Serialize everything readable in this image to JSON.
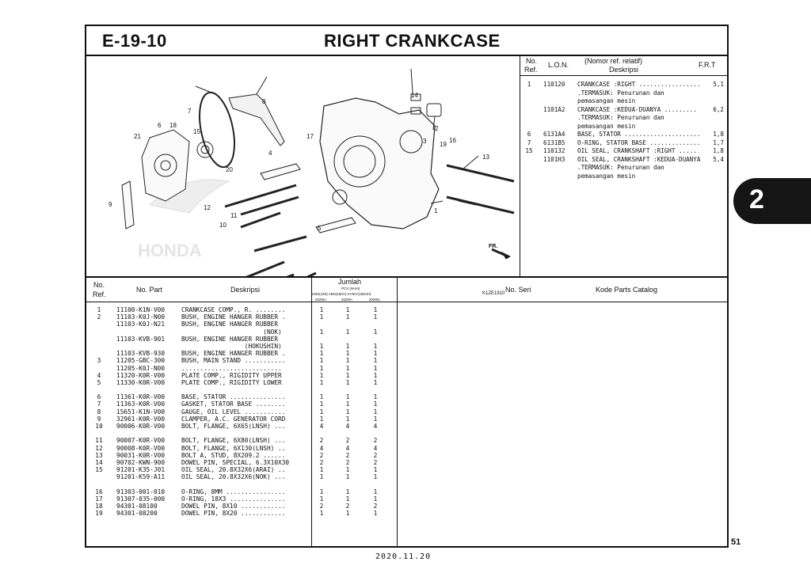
{
  "header": {
    "code": "E-19-10",
    "title": "RIGHT CRANKCASE"
  },
  "lon_table": {
    "headers": {
      "no_ref_1": "No.",
      "no_ref_2": "Ref.",
      "lon": "L.O.N.",
      "desc_1": "(Nomor ref. relatif)",
      "desc_2": "Deskripsi",
      "frt": "F.R.T"
    },
    "rows": [
      {
        "ref": "1",
        "lon": "110120",
        "desc": "CRANKCASE :RIGHT .................",
        "frt": "5,1"
      },
      {
        "ref": "",
        "lon": "",
        "desc": ".TERMASUK: Penurunan dan",
        "frt": ""
      },
      {
        "ref": "",
        "lon": "",
        "desc": " pemasangan mesin",
        "frt": ""
      },
      {
        "ref": "",
        "lon": "1101A2",
        "desc": "CRANKCASE :KEDUA-DUANYA .........",
        "frt": "6,2"
      },
      {
        "ref": "",
        "lon": "",
        "desc": ".TERMASUK: Penurunan dan",
        "frt": ""
      },
      {
        "ref": "",
        "lon": "",
        "desc": " pemasangan mesin",
        "frt": ""
      },
      {
        "ref": "6",
        "lon": "6131A4",
        "desc": "BASE, STATOR .....................",
        "frt": "1,8"
      },
      {
        "ref": "7",
        "lon": "6131B5",
        "desc": "O-RING, STATOR BASE ..............",
        "frt": "1,7"
      },
      {
        "ref": "15",
        "lon": "110132",
        "desc": "OIL SEAL, CRANKSHAFT :RIGHT .....",
        "frt": "1,8"
      },
      {
        "ref": "",
        "lon": "1101H3",
        "desc": "OIL SEAL, CRANKSHAFT :KEDUA-DUANYA",
        "frt": "5,4"
      },
      {
        "ref": "",
        "lon": "",
        "desc": ".TERMASUK: Penurunan dan",
        "frt": ""
      },
      {
        "ref": "",
        "lon": "",
        "desc": " pemasangan mesin",
        "frt": ""
      }
    ]
  },
  "parts_table": {
    "headers": {
      "no_ref_1": "No.",
      "no_ref_2": "Ref.",
      "no_part": "No. Part",
      "deskripsi": "Deskripsi",
      "jumlah": "Jumlah",
      "jumlah_sub": "PCX (HHH)",
      "jumlah_models": "CBS(150)  ABS(150A)  e:HEV(160HH)",
      "q1": "2020m",
      "q2": "2020m",
      "q3": "2020m",
      "no_seri": "No. Seri",
      "kode": "Kode Parts Catalog"
    },
    "rows": [
      {
        "ref": "1",
        "part": "11100-K1N-V00",
        "desc": "CRANKCASE COMP., R. ........",
        "q1": "1",
        "q2": "1",
        "q3": "1"
      },
      {
        "ref": "2",
        "part": "11103-K0J-N00",
        "desc": "BUSH, ENGINE HANGER RUBBER .",
        "q1": "1",
        "q2": "1",
        "q3": "1"
      },
      {
        "ref": "",
        "part": "11103-K0J-N21",
        "desc": "BUSH, ENGINE HANGER RUBBER",
        "q1": "",
        "q2": "",
        "q3": ""
      },
      {
        "ref": "",
        "part": "",
        "desc": "                      (NOK)",
        "q1": "1",
        "q2": "1",
        "q3": "1"
      },
      {
        "ref": "",
        "part": "11103-KVB-901",
        "desc": "BUSH, ENGINE HANGER RUBBER",
        "q1": "",
        "q2": "",
        "q3": ""
      },
      {
        "ref": "",
        "part": "",
        "desc": "                 (HOKUSHIN)",
        "q1": "1",
        "q2": "1",
        "q3": "1"
      },
      {
        "ref": "",
        "part": "11103-KVB-930",
        "desc": "BUSH, ENGINE HANGER RUBBER .",
        "q1": "1",
        "q2": "1",
        "q3": "1"
      },
      {
        "ref": "3",
        "part": "11205-GBC-300",
        "desc": "BUSH, MAIN STAND ...........",
        "q1": "1",
        "q2": "1",
        "q3": "1"
      },
      {
        "ref": "",
        "part": "11205-K0J-N00",
        "desc": "...........................",
        "q1": "1",
        "q2": "1",
        "q3": "1"
      },
      {
        "ref": "4",
        "part": "11320-K0R-V00",
        "desc": "PLATE COMP., RIGIDITY UPPER",
        "q1": "1",
        "q2": "1",
        "q3": "1"
      },
      {
        "ref": "5",
        "part": "11330-K0R-V00",
        "desc": "PLATE COMP., RIGIDITY LOWER",
        "q1": "1",
        "q2": "1",
        "q3": "1"
      },
      {
        "ref": "",
        "part": "",
        "desc": "",
        "q1": "",
        "q2": "",
        "q3": ""
      },
      {
        "ref": "6",
        "part": "11361-K0R-V00",
        "desc": "BASE, STATOR ...............",
        "q1": "1",
        "q2": "1",
        "q3": "1"
      },
      {
        "ref": "7",
        "part": "11363-K0R-V00",
        "desc": "GASKET, STATOR BASE ........",
        "q1": "1",
        "q2": "1",
        "q3": "1"
      },
      {
        "ref": "8",
        "part": "15651-K1N-V00",
        "desc": "GAUGE, OIL LEVEL ...........",
        "q1": "1",
        "q2": "1",
        "q3": "1"
      },
      {
        "ref": "9",
        "part": "32961-K0R-V00",
        "desc": "CLAMPER, A.C. GENERATOR CORD",
        "q1": "1",
        "q2": "1",
        "q3": "1"
      },
      {
        "ref": "10",
        "part": "90006-K0R-V00",
        "desc": "BOLT, FLANGE, 6X65(LNSH) ...",
        "q1": "4",
        "q2": "4",
        "q3": "4"
      },
      {
        "ref": "",
        "part": "",
        "desc": "",
        "q1": "",
        "q2": "",
        "q3": ""
      },
      {
        "ref": "11",
        "part": "90007-K0R-V00",
        "desc": "BOLT, FLANGE, 6X80(LNSH) ...",
        "q1": "2",
        "q2": "2",
        "q3": "2"
      },
      {
        "ref": "12",
        "part": "90008-K0R-V00",
        "desc": "BOLT, FLANGE, 6X130(LNSH) ..",
        "q1": "4",
        "q2": "4",
        "q3": "4"
      },
      {
        "ref": "13",
        "part": "90031-K0R-V00",
        "desc": "BOLT A, STUD, 8X209.2 ......",
        "q1": "2",
        "q2": "2",
        "q3": "2"
      },
      {
        "ref": "14",
        "part": "90702-KWN-900",
        "desc": "DOWEL PIN, SPECIAL, 6.3X10X30",
        "q1": "2",
        "q2": "2",
        "q3": "2"
      },
      {
        "ref": "15",
        "part": "91201-K35-J01",
        "desc": "OIL SEAL, 20.8X32X6(ARAI) ..",
        "q1": "1",
        "q2": "1",
        "q3": "1"
      },
      {
        "ref": "",
        "part": "91201-K59-A11",
        "desc": "OIL SEAL, 20.8X32X6(NOK) ...",
        "q1": "1",
        "q2": "1",
        "q3": "1"
      },
      {
        "ref": "",
        "part": "",
        "desc": "",
        "q1": "",
        "q2": "",
        "q3": ""
      },
      {
        "ref": "16",
        "part": "91303-001-010",
        "desc": "O-RING, 8MM ................",
        "q1": "1",
        "q2": "1",
        "q3": "1"
      },
      {
        "ref": "17",
        "part": "91307-035-000",
        "desc": "O-RING, 18X3 ...............",
        "q1": "1",
        "q2": "1",
        "q3": "1"
      },
      {
        "ref": "18",
        "part": "94301-08100",
        "desc": "DOWEL PIN, 8X10 ............",
        "q1": "2",
        "q2": "2",
        "q3": "2"
      },
      {
        "ref": "19",
        "part": "94301-08200",
        "desc": "DOWEL PIN, 8X20 ............",
        "q1": "1",
        "q2": "1",
        "q3": "1"
      }
    ]
  },
  "diagram": {
    "callouts": [
      "1",
      "2",
      "3",
      "4",
      "5",
      "6",
      "7",
      "8",
      "9",
      "10",
      "11",
      "12",
      "13",
      "14",
      "15",
      "16",
      "17",
      "18",
      "19",
      "20",
      "21"
    ],
    "watermark": "HONDA",
    "fr_label": "FR.",
    "code": "K1ZE1910"
  },
  "side_tab": "2",
  "page_number": "51",
  "date": "2020.11.20"
}
